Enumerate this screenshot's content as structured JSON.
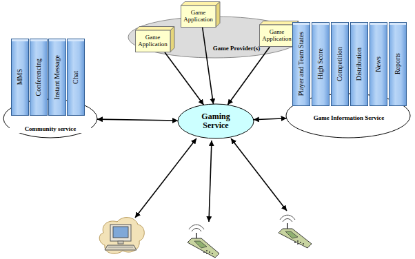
{
  "diagram": {
    "nodes": [
      {
        "text": [
          "Game Provider(s)"
        ]
      },
      {
        "text": [
          "Game Application"
        ],
        "in": 0
      },
      {
        "text": [
          "Game Application"
        ],
        "in": 0
      },
      {
        "text": [
          "Game Application"
        ],
        "in": 0
      },
      {
        "text": [
          "Community service"
        ]
      },
      {
        "text": [
          "MMS"
        ],
        "in": 4
      },
      {
        "text": [
          "Conferencing"
        ],
        "in": 4
      },
      {
        "text": [
          "Instant Message"
        ],
        "in": 4
      },
      {
        "text": [
          "Chat"
        ],
        "in": 4
      },
      {
        "text": [
          "Gaming Service"
        ]
      },
      {
        "text": [
          "Game Information Service"
        ]
      },
      {
        "text": [
          "Player and Team States"
        ],
        "in": 10
      },
      {
        "text": [
          "High Score"
        ],
        "in": 10
      },
      {
        "text": [
          "Competition"
        ],
        "in": 10
      },
      {
        "text": [
          "Distribution"
        ],
        "in": 10
      },
      {
        "text": [
          "News"
        ],
        "in": 10
      },
      {
        "text": [
          "Reports"
        ],
        "in": 10
      }
    ],
    "edges": [
      {
        "from": 1,
        "to": 9,
        "arrow": "to"
      },
      {
        "from": 2,
        "to": 9,
        "arrow": "to"
      },
      {
        "from": 3,
        "to": 9,
        "arrow": "to"
      },
      {
        "from": 4,
        "to": 9,
        "arrow": "both"
      },
      {
        "from": 10,
        "to": 9,
        "arrow": "both"
      }
    ]
  }
}
